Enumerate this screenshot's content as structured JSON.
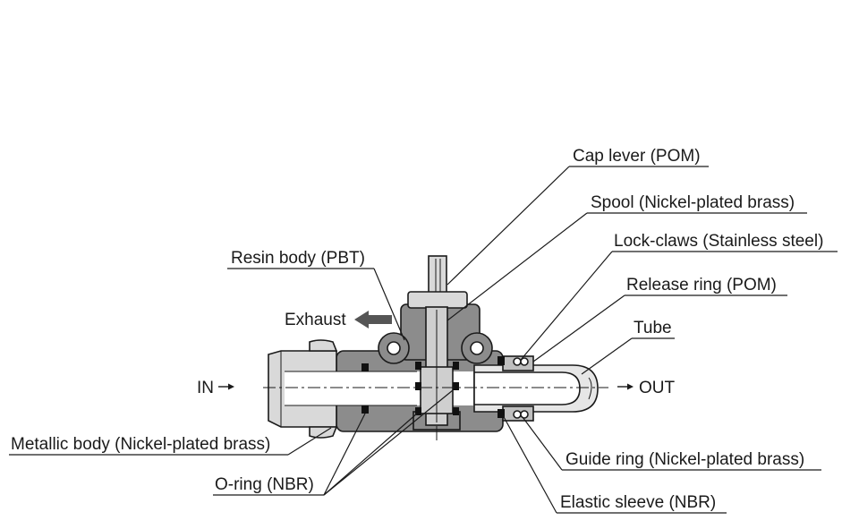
{
  "labels": {
    "cap_lever": "Cap lever (POM)",
    "spool": "Spool (Nickel-plated brass)",
    "lock_claws": "Lock-claws (Stainless steel)",
    "release_ring": "Release ring (POM)",
    "tube": "Tube",
    "resin_body": "Resin body (PBT)",
    "exhaust": "Exhaust",
    "in": "IN",
    "out": "OUT",
    "metallic_body": "Metallic body (Nickel-plated brass)",
    "o_ring": "O-ring (NBR)",
    "guide_ring": "Guide ring (Nickel-plated brass)",
    "elastic_sleeve": "Elastic sleeve (NBR)"
  },
  "colors": {
    "resin_body": "#8c8c8c",
    "metal_body": "#d9d9d9",
    "spool": "#cfcfcf",
    "seal": "#111111",
    "line": "#1a1a1a"
  }
}
